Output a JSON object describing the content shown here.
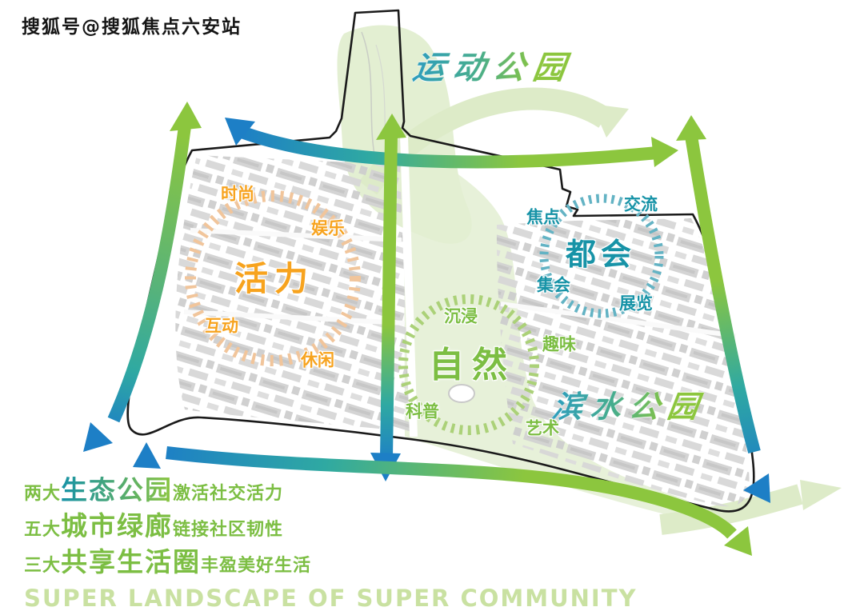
{
  "watermark": "搜狐号@搜狐焦点六安站",
  "parks": {
    "sports": "运动公园",
    "waterfront": "滨水公园"
  },
  "zones": {
    "vitality": {
      "title": "活力",
      "labels": [
        "时尚",
        "娱乐",
        "互动",
        "休闲"
      ],
      "color": "#F7A31E"
    },
    "metropolis": {
      "title": "都会",
      "labels": [
        "焦点",
        "交流",
        "集会",
        "展览"
      ],
      "color": "#1793A7"
    },
    "nature": {
      "title": "自然",
      "labels": [
        "沉浸",
        "趣味",
        "科普",
        "艺术"
      ],
      "color": "#7CBE43"
    }
  },
  "legend": {
    "lines": [
      {
        "prefix": "两大",
        "highlight": "生态公园",
        "suffix": "激活社交活力"
      },
      {
        "prefix": "五大",
        "highlight": "城市绿廊",
        "suffix": "链接社区韧性"
      },
      {
        "prefix": "三大",
        "highlight": "共享生活圈",
        "suffix": "丰盈美好生活"
      }
    ],
    "english": "SUPER LANDSCAPE OF SUPER COMMUNITY"
  },
  "colors": {
    "green": "#8CC63E",
    "blue": "#1D7FC6",
    "teal": "#2FA9A2",
    "orange": "#F7A31E",
    "zoneTeal": "#1793A7",
    "paleGreen": "#DDEBC8"
  }
}
